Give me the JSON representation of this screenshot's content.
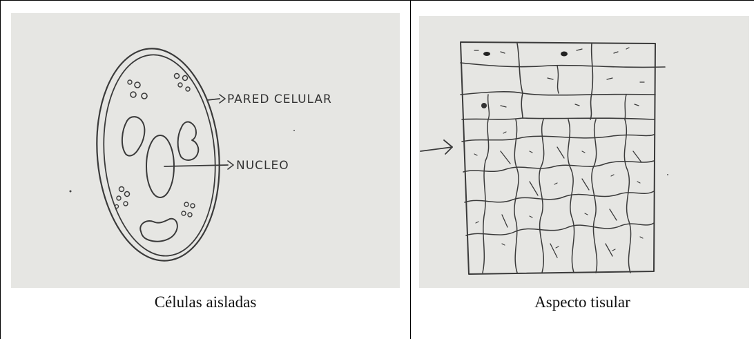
{
  "panels": [
    {
      "caption": "Células aisladas",
      "annotations": [
        "PARED CELULAR",
        "NUCLEO"
      ]
    },
    {
      "caption": "Aspecto tisular"
    }
  ]
}
